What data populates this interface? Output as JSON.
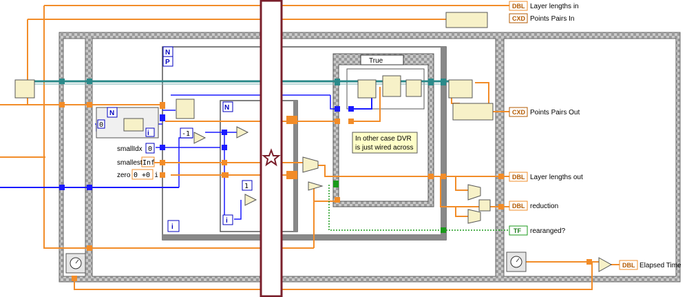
{
  "terminals_in": {
    "layer_lengths_in": "Layer lengths in",
    "points_pairs_in": "Points Pairs In"
  },
  "terminals_out": {
    "points_pairs_out": "Points Pairs Out",
    "layer_lengths_out": "Layer lengths out",
    "reduction": "reduction",
    "rearanged": "rearanged?",
    "elapsed_time": "Elapsed Time"
  },
  "terminal_types": {
    "dbl": "DBL",
    "cxd": "CXD",
    "tf": "TF"
  },
  "controls": {
    "smallidx_label": "smallIdx",
    "smallidx_value": "0",
    "smallest_label": "smallest",
    "smallest_value": "Inf",
    "zero_label": "zero",
    "zero_value": "0 +0 i",
    "zero_const": "0",
    "neg_one_const": "-1",
    "one_const": "1"
  },
  "loops": {
    "n_symbol": "N",
    "p_symbol": "P",
    "i_symbol": "i"
  },
  "case_structure": {
    "selector": "True",
    "comment": [
      "In other case DVR",
      "is just wired across"
    ]
  },
  "colors": {
    "orange_wire": "#f28c28",
    "blue_wire": "#1a1aff",
    "green_wire": "#1a9a1a",
    "teal_wire": "#2a8a8a",
    "highlight_bar": "#7a1f2b"
  }
}
